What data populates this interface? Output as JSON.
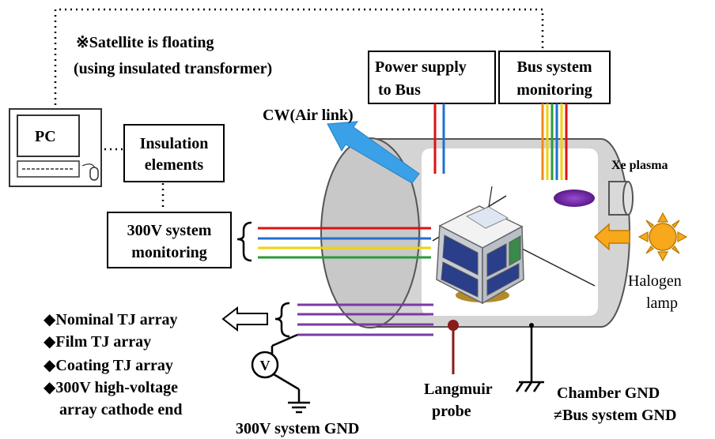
{
  "note": {
    "line1": "※Satellite is floating",
    "line2": "(using insulated transformer)"
  },
  "pc": {
    "label": "PC"
  },
  "insulation": {
    "line1": "Insulation",
    "line2": "elements"
  },
  "power_supply": {
    "line1": "Power supply",
    "line2": "to Bus"
  },
  "bus_monitoring": {
    "line1": "Bus system",
    "line2": "monitoring"
  },
  "cw_link": {
    "label": "CW(Air link)"
  },
  "xe_plasma": {
    "label": "Xe plasma"
  },
  "monitoring_300v": {
    "line1": "300V system",
    "line2": "monitoring"
  },
  "halogen": {
    "line1": "Halogen",
    "line2": "lamp"
  },
  "tj_list": {
    "items": [
      "◆Nominal TJ array",
      "◆Film TJ array",
      "◆Coating TJ array",
      "◆300V high-voltage"
    ],
    "last_line": "array cathode end"
  },
  "voltmeter": {
    "label": "V"
  },
  "system_gnd": {
    "label": "300V system GND"
  },
  "langmuir": {
    "line1": "Langmuir",
    "line2": "probe"
  },
  "chamber_gnd": {
    "line1": "Chamber GND",
    "line2": "≠Bus system GND"
  },
  "colors": {
    "red": "#e01010",
    "blue": "#1f6fd0",
    "yellow": "#f2d20a",
    "green": "#2a9a3a",
    "orange": "#f08a1a",
    "purple": "#7a3aa8",
    "xe_plasma": "#6a2a9a",
    "cw_arrow": "#3aa0e8",
    "sun": "#f7a81b",
    "chamber": "#cfcfcf",
    "probe": "#8b1a1a"
  }
}
